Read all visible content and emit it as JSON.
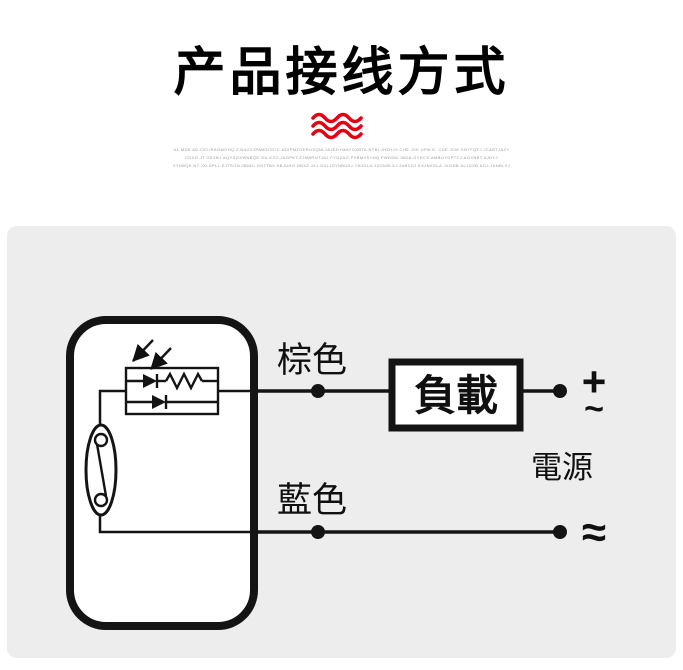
{
  "header": {
    "title": "产品接线方式",
    "fine_print_lines": [
      "UL.MDE AD.CELIRAGMGHQ Z.BAGXJPABGCRJC.ADIPMZGERUSQNLJAJEDYMAYGXBTA.NTBI.JHZHJX.CHE.JXE.UPM.E. CDE.JCM GNTFQEJ.JCABTJAZY",
      "CDXG.JT GEXBJ.AQYSGXWNBQE.JIA.KZG.JAGPKT.ZJMBRNTJAJ.FYGZAG.PXBMXSYNQ.FWDMA.JNDA.GYRCX.AMBUYGPTCJ.AGXNBT.AJDYJ",
      "XYNBQK.NT.JXLDPLL.EJTSGN.JBNDI.GNTTBX.KBJUHG.NBXZ.JXJ.GXLJDYNBUXJ.YNJGLA.JXGNBLXJ.JABXGJ.KXJNXGLA.JXGNB.ALJGXB.AGJ.JANBLXJ"
    ]
  },
  "colors": {
    "accent_red": "#e60012",
    "line_black": "#141414",
    "panel_gray": "#ededed"
  },
  "diagram": {
    "brown_wire": "棕色",
    "blue_wire": "藍色",
    "load": "負載",
    "power": "電源",
    "terminal_plus": "+",
    "terminal_wave": "~",
    "terminal_approx": "≈"
  }
}
